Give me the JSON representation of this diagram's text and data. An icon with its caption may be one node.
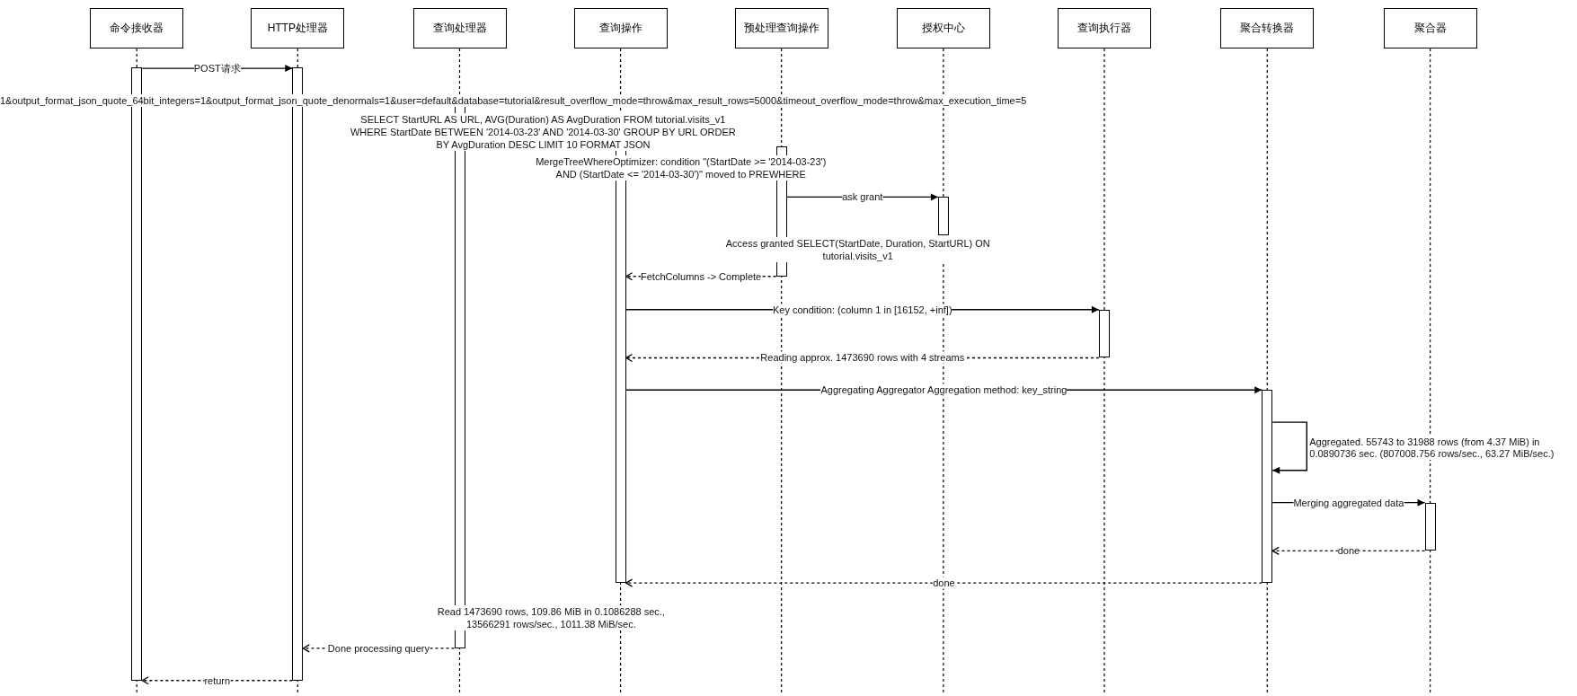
{
  "diagram": {
    "nodes": [
      {
        "text": [
          "命令接收器"
        ]
      },
      {
        "text": [
          "HTTP处理器"
        ]
      },
      {
        "text": [
          "查询处理器"
        ]
      },
      {
        "text": [
          "查询操作"
        ]
      },
      {
        "text": [
          "预处理查询操作"
        ]
      },
      {
        "text": [
          "授权中心"
        ]
      },
      {
        "text": [
          "查询执行器"
        ]
      },
      {
        "text": [
          "聚合转换器"
        ]
      },
      {
        "text": [
          "聚合器"
        ]
      },
      {
        "text": [],
        "shape": "bar"
      },
      {
        "text": [],
        "shape": "bar"
      },
      {
        "text": [],
        "shape": "bar"
      },
      {
        "text": [],
        "shape": "bar"
      },
      {
        "text": [],
        "shape": "bar"
      },
      {
        "text": [],
        "shape": "bar"
      },
      {
        "text": [],
        "shape": "bar"
      },
      {
        "text": [],
        "shape": "bar"
      },
      {
        "text": [],
        "shape": "bar"
      }
    ],
    "edges": [
      {
        "from": 9,
        "to": 10,
        "arrow": "to",
        "label": "POST请求"
      },
      {
        "from": 13,
        "to": 14,
        "arrow": "to",
        "label": "ask grant"
      },
      {
        "from": 13,
        "to": 12,
        "arrow": "to",
        "label": "FetchColumns -> Complete",
        "style": "dashed"
      },
      {
        "from": 12,
        "to": 15,
        "arrow": "to",
        "label": "Key condition: (column 1 in [16152, +inf])"
      },
      {
        "from": 15,
        "to": 12,
        "arrow": "to",
        "label": "Reading approx. 1473690 rows with 4 streams",
        "style": "dashed"
      },
      {
        "from": 12,
        "to": 16,
        "arrow": "to",
        "label": "Aggregating Aggregator Aggregation method: key_string"
      },
      {
        "from": 16,
        "to": 16,
        "arrow": "to",
        "label": "Aggregated. 55743 to 31988 rows (from 4.37 MiB) in 0.0890736 sec. (807008.756 rows/sec., 63.27 MiB/sec.)"
      },
      {
        "from": 16,
        "to": 17,
        "arrow": "to",
        "label": "Merging aggregated data"
      },
      {
        "from": 17,
        "to": 16,
        "arrow": "to",
        "label": "done",
        "style": "dashed"
      },
      {
        "from": 16,
        "to": 12,
        "arrow": "to",
        "label": "done",
        "style": "dashed"
      },
      {
        "from": 11,
        "to": 10,
        "arrow": "to",
        "label": "Done processing query",
        "style": "dashed"
      },
      {
        "from": 10,
        "to": 9,
        "arrow": "to",
        "label": "return",
        "style": "dashed"
      }
    ],
    "labels": [
      "1&output_format_json_quote_64bit_integers=1&output_format_json_quote_denormals=1&user=default&database=tutorial&result_overflow_mode=throw&max_result_rows=5000&timeout_overflow_mode=throw&max_execution_time=5",
      "SELECT StartURL AS URL, AVG(Duration) AS AvgDuration FROM tutorial.visits_v1 WHERE StartDate BETWEEN '2014-03-23' AND '2014-03-30' GROUP BY URL ORDER BY AvgDuration DESC LIMIT 10 FORMAT JSON",
      "MergeTreeWhereOptimizer: condition \"(StartDate >= '2014-03-23') AND (StartDate <= '2014-03-30')\" moved to PREWHERE",
      "Access granted SELECT(StartDate, Duration, StartURL) ON tutorial.visits_v1",
      "Read 1473690 rows, 109.86 MiB in 0.1086288 sec., 13566291 rows/sec., 1011.38 MiB/sec."
    ]
  }
}
